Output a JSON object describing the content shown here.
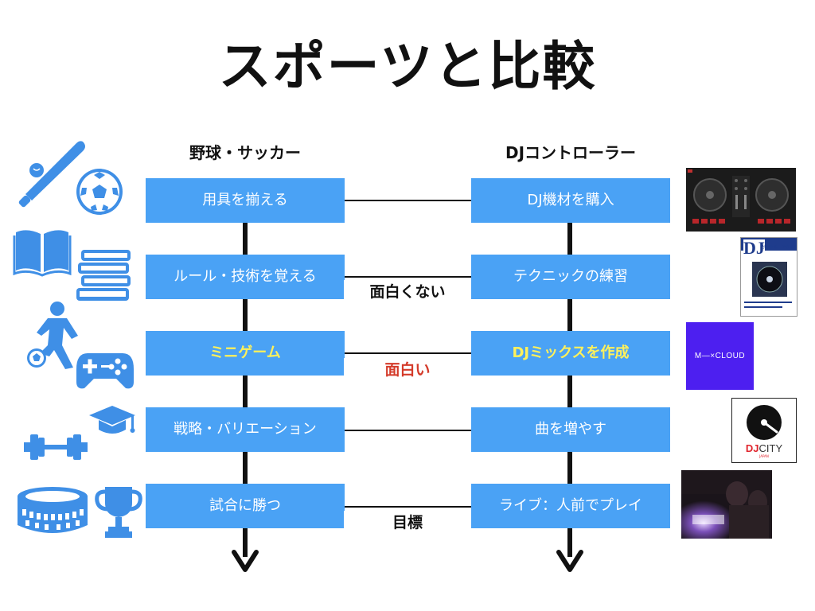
{
  "title": "スポーツと比較",
  "columns": {
    "left_header": "野球・サッカー",
    "right_header": "DJコントローラー"
  },
  "rows": [
    {
      "left": "用具を揃える",
      "right": "DJ機材を購入",
      "middle": ""
    },
    {
      "left": "ルール・技術を覚える",
      "right": "テクニックの練習",
      "middle": "面白くない"
    },
    {
      "left": "ミニゲーム",
      "right": "DJミックスを作成",
      "middle": "面白い"
    },
    {
      "left": "戦略・バリエーション",
      "right": "曲を増やす",
      "middle": ""
    },
    {
      "left": "試合に勝つ",
      "right": "ライブ：人前でプレイ",
      "middle": "目標"
    }
  ],
  "thumbnails": {
    "book_title_big": "DJ",
    "book_title_small": "がわかる・できる本",
    "mixcloud": "M—×CLOUD",
    "djcity_dj": "DJ",
    "djcity_city": "CITY",
    "djcity_sub": "JAPAN"
  },
  "colors": {
    "box": "#4aa2f5",
    "highlight_text": "#fff15a",
    "red_label": "#d43b2a",
    "icon": "#3f8fe6",
    "mixcloud_bg": "#4d1ff0"
  },
  "icons": [
    "baseball-bat-icon",
    "soccer-ball-icon",
    "book-open-icon",
    "books-stack-icon",
    "soccer-player-icon",
    "gamepad-icon",
    "graduation-cap-icon",
    "dumbbell-icon",
    "stadium-icon",
    "trophy-icon"
  ]
}
